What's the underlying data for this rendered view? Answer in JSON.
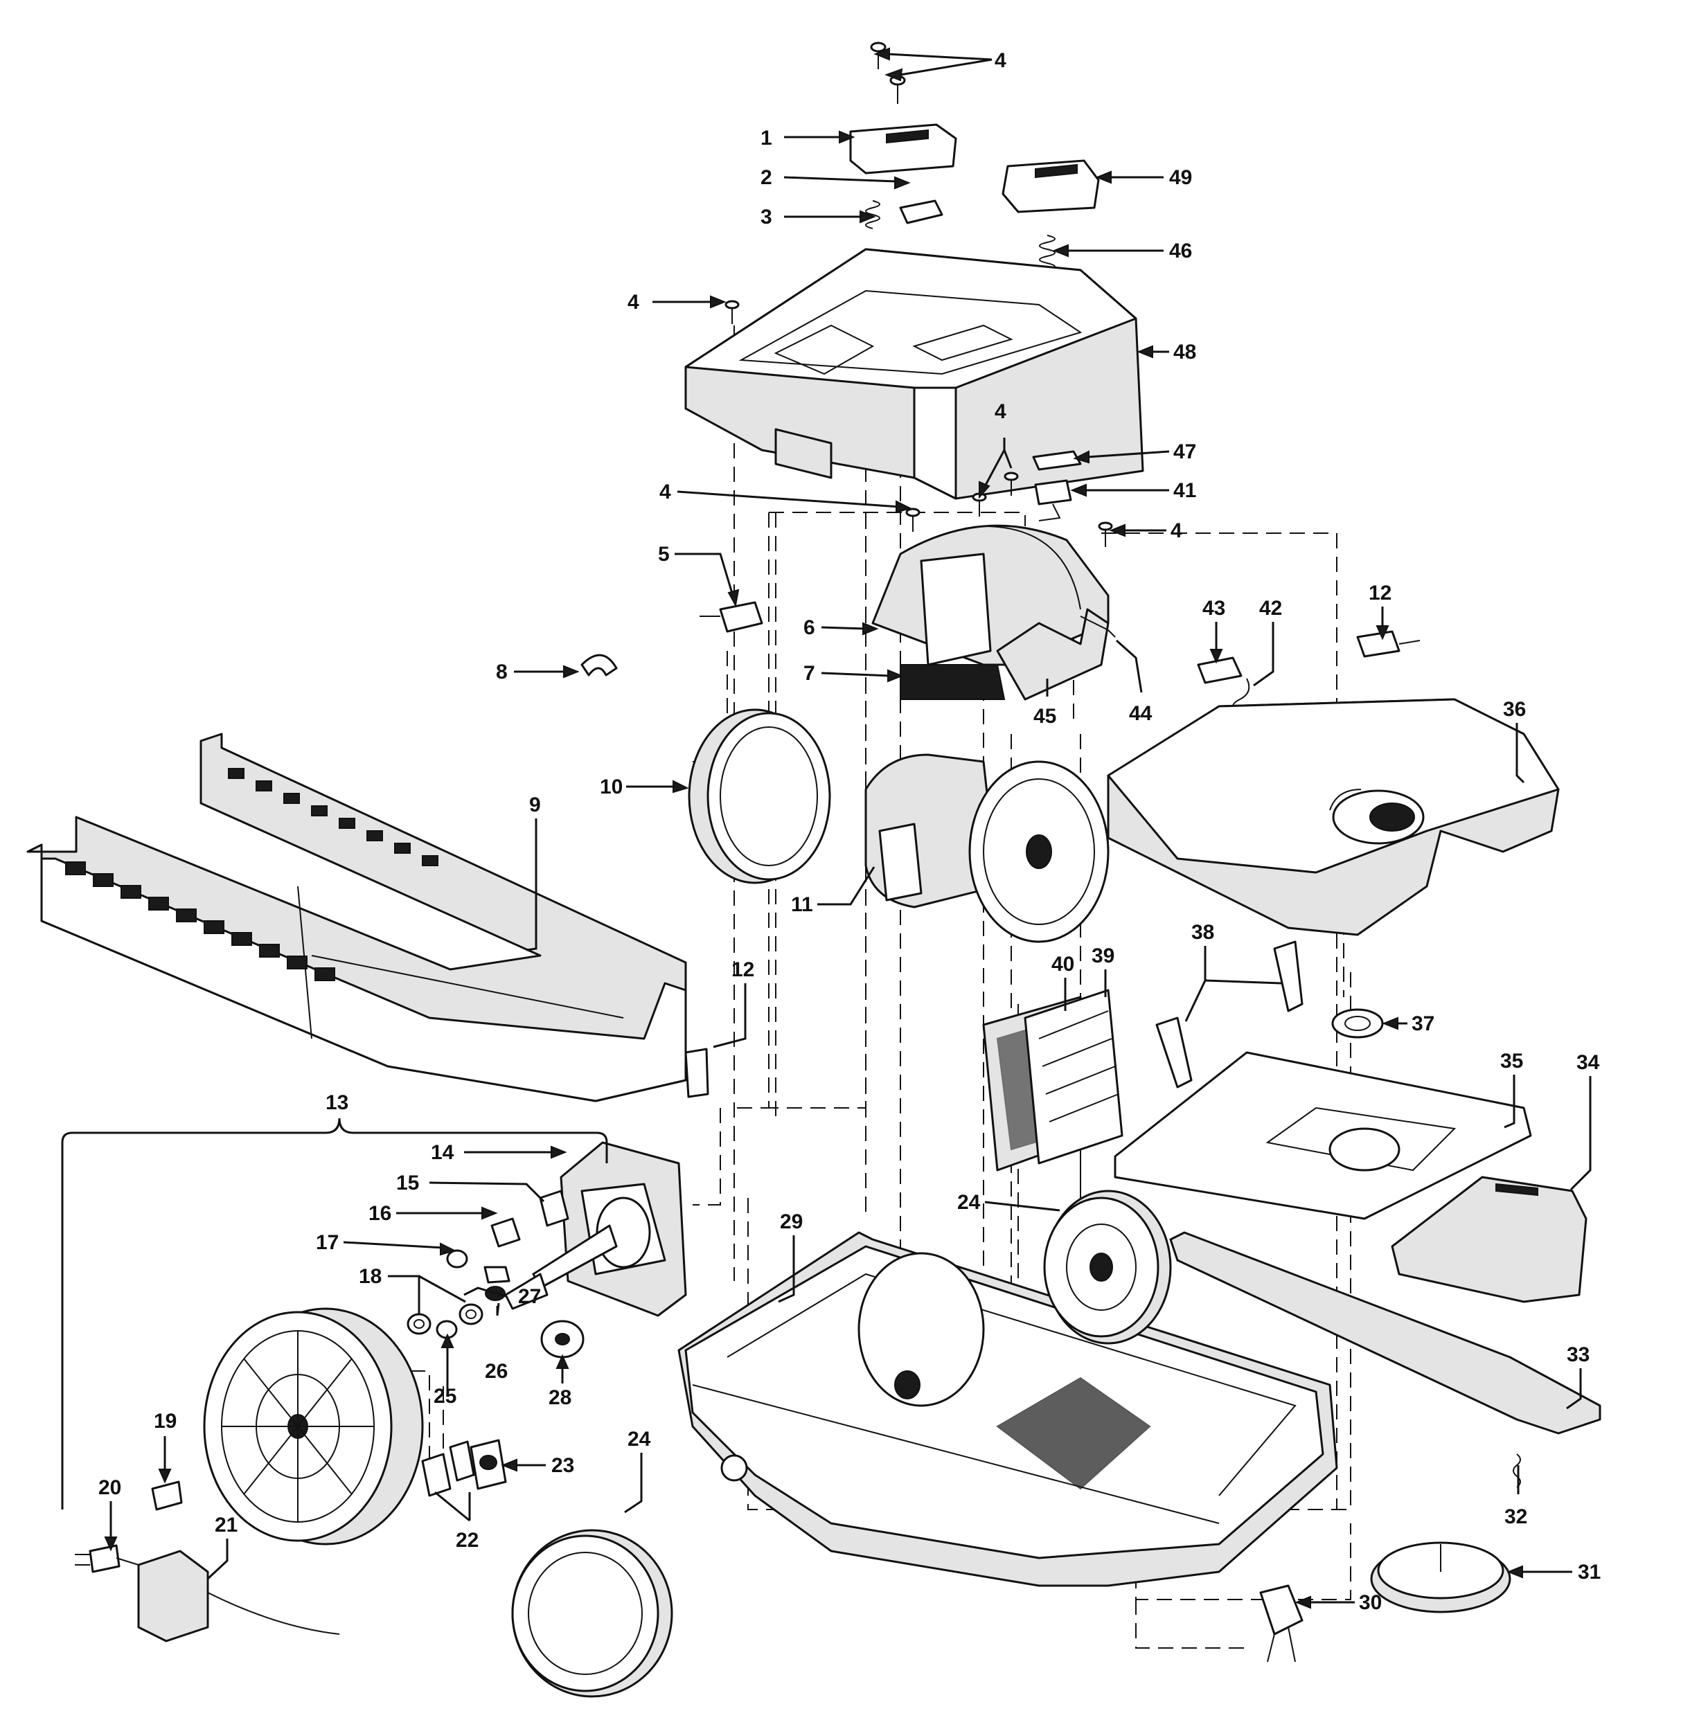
{
  "callouts": [
    {
      "key": "c4a",
      "text": "4"
    },
    {
      "key": "c1",
      "text": "1"
    },
    {
      "key": "c2",
      "text": "2"
    },
    {
      "key": "c3",
      "text": "3"
    },
    {
      "key": "c49",
      "text": "49"
    },
    {
      "key": "c46",
      "text": "46"
    },
    {
      "key": "c4b",
      "text": "4"
    },
    {
      "key": "c48",
      "text": "48"
    },
    {
      "key": "c4c",
      "text": "4"
    },
    {
      "key": "c47",
      "text": "47"
    },
    {
      "key": "c4d",
      "text": "4"
    },
    {
      "key": "c41",
      "text": "41"
    },
    {
      "key": "c4e",
      "text": "4"
    },
    {
      "key": "c5",
      "text": "5"
    },
    {
      "key": "c6",
      "text": "6"
    },
    {
      "key": "c7",
      "text": "7"
    },
    {
      "key": "c44",
      "text": "44"
    },
    {
      "key": "c45",
      "text": "45"
    },
    {
      "key": "c43",
      "text": "43"
    },
    {
      "key": "c42",
      "text": "42"
    },
    {
      "key": "c12a",
      "text": "12"
    },
    {
      "key": "c8",
      "text": "8"
    },
    {
      "key": "c36",
      "text": "36"
    },
    {
      "key": "c10",
      "text": "10"
    },
    {
      "key": "c9",
      "text": "9"
    },
    {
      "key": "c11",
      "text": "11"
    },
    {
      "key": "c39",
      "text": "39"
    },
    {
      "key": "c38",
      "text": "38"
    },
    {
      "key": "c40",
      "text": "40"
    },
    {
      "key": "c37",
      "text": "37"
    },
    {
      "key": "c12b",
      "text": "12"
    },
    {
      "key": "c35",
      "text": "35"
    },
    {
      "key": "c34",
      "text": "34"
    },
    {
      "key": "c13",
      "text": "13"
    },
    {
      "key": "c14",
      "text": "14"
    },
    {
      "key": "c15",
      "text": "15"
    },
    {
      "key": "c24a",
      "text": "24"
    },
    {
      "key": "c16",
      "text": "16"
    },
    {
      "key": "c29",
      "text": "29"
    },
    {
      "key": "c17",
      "text": "17"
    },
    {
      "key": "c18",
      "text": "18"
    },
    {
      "key": "c27",
      "text": "27"
    },
    {
      "key": "c26",
      "text": "26"
    },
    {
      "key": "c25",
      "text": "25"
    },
    {
      "key": "c28",
      "text": "28"
    },
    {
      "key": "c33",
      "text": "33"
    },
    {
      "key": "c19",
      "text": "19"
    },
    {
      "key": "c24b",
      "text": "24"
    },
    {
      "key": "c23",
      "text": "23"
    },
    {
      "key": "c20",
      "text": "20"
    },
    {
      "key": "c32",
      "text": "32"
    },
    {
      "key": "c21",
      "text": "21"
    },
    {
      "key": "c22",
      "text": "22"
    },
    {
      "key": "c31",
      "text": "31"
    },
    {
      "key": "c30",
      "text": "30"
    }
  ]
}
